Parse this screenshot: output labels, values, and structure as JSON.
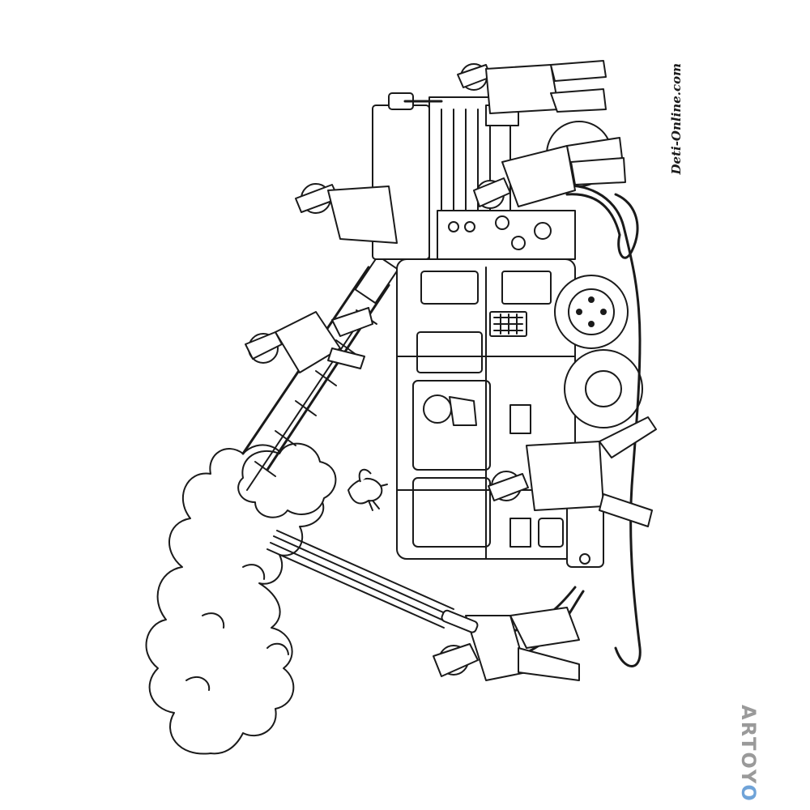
{
  "watermark": {
    "text": "Deti-Online.com"
  },
  "logo": {
    "text_main": "ARTOY",
    "text_accent": "O"
  },
  "colors": {
    "line": "#1a1a1a",
    "background": "#ffffff",
    "logo_gray": "#9a9a9a",
    "logo_accent": "#6fa3d8"
  },
  "scene": {
    "subject": "fire truck with firefighters, coloring page",
    "elements": [
      "fire-truck",
      "extension-ladder",
      "water-hose",
      "smoke-cloud",
      "firefighters",
      "bird"
    ]
  }
}
